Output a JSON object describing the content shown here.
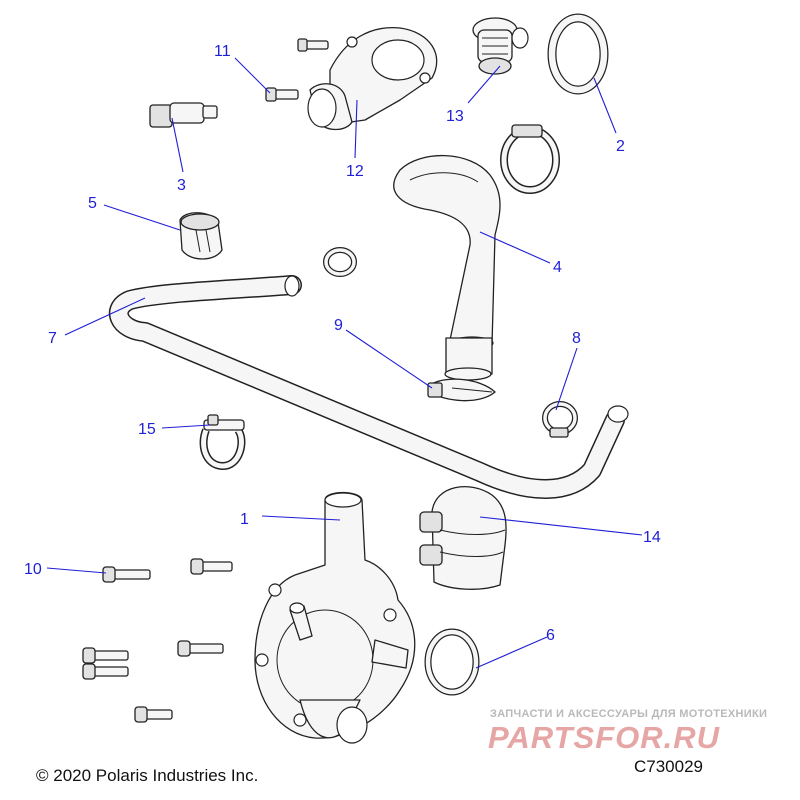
{
  "callouts": [
    {
      "id": "c1",
      "label": "1"
    },
    {
      "id": "c2",
      "label": "2"
    },
    {
      "id": "c3",
      "label": "3"
    },
    {
      "id": "c4",
      "label": "4"
    },
    {
      "id": "c5",
      "label": "5"
    },
    {
      "id": "c6",
      "label": "6"
    },
    {
      "id": "c7",
      "label": "7"
    },
    {
      "id": "c8",
      "label": "8"
    },
    {
      "id": "c9",
      "label": "9"
    },
    {
      "id": "c10",
      "label": "10"
    },
    {
      "id": "c11",
      "label": "11"
    },
    {
      "id": "c12",
      "label": "12"
    },
    {
      "id": "c13",
      "label": "13"
    },
    {
      "id": "c14",
      "label": "14"
    },
    {
      "id": "c15",
      "label": "15"
    }
  ],
  "footer": {
    "copyright": "© 2020 Polaris Industries Inc.",
    "figure_number": "C730029"
  },
  "watermark": {
    "tagline": "ЗАПЧАСТИ И АКСЕССУАРЫ ДЛЯ МОТОТЕХНИКИ",
    "site": "PARTSFOR.RU"
  },
  "colors": {
    "callout": "#1f1fd6",
    "line_art": "#222222",
    "watermark": "#e7a6a6"
  }
}
